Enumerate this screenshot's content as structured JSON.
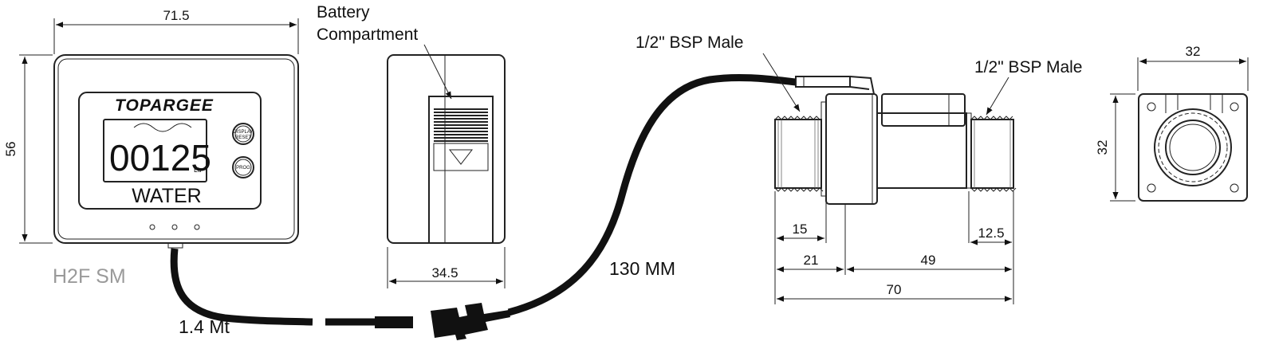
{
  "meter": {
    "width_dim": "71.5",
    "height_dim": "56",
    "brand": "TOPARGEE",
    "reading": "00125",
    "unit": "Ltr",
    "fluid": "WATER",
    "button_display": [
      "DISPLAY",
      "RESET"
    ],
    "button_prog": "PROG",
    "model": "H2F SM"
  },
  "side_view": {
    "callout": [
      "Battery",
      "Compartment"
    ],
    "depth_dim": "34.5"
  },
  "cable": {
    "display_cable": "1.4 Mt",
    "sensor_cable": "130 MM"
  },
  "sensor": {
    "thread_left": "1/2\" BSP Male",
    "thread_right": "1/2\" BSP Male",
    "dims": {
      "left_thread": "15",
      "right_thread": "12.5",
      "left_section": "21",
      "right_section": "49",
      "overall": "70"
    }
  },
  "end_view": {
    "width_dim": "32",
    "height_dim": "32"
  },
  "colors": {
    "line": "#222222",
    "model_text": "#9a9a9a"
  }
}
